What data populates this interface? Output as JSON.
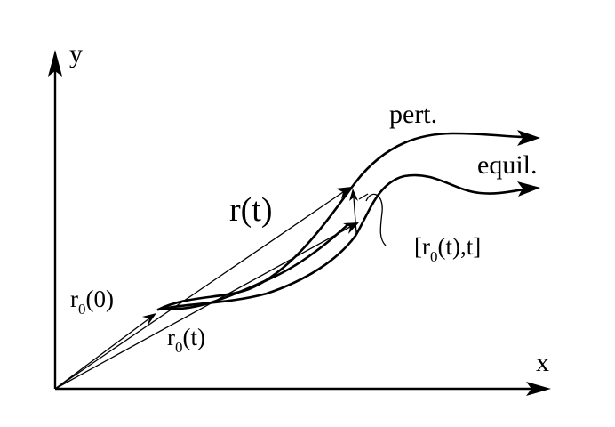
{
  "labels": {
    "y_axis": "y",
    "x_axis": "x",
    "pert": "pert.",
    "equil": "equil.",
    "r_t": "r(t)",
    "r0_0": {
      "base": "r",
      "sub": "0",
      "rest": "(0)"
    },
    "r0_t": {
      "base": "r",
      "sub": "0",
      "rest": "(t)"
    },
    "bracket": {
      "open": "[r",
      "sub": "0",
      "rest": "(t),t]"
    }
  }
}
